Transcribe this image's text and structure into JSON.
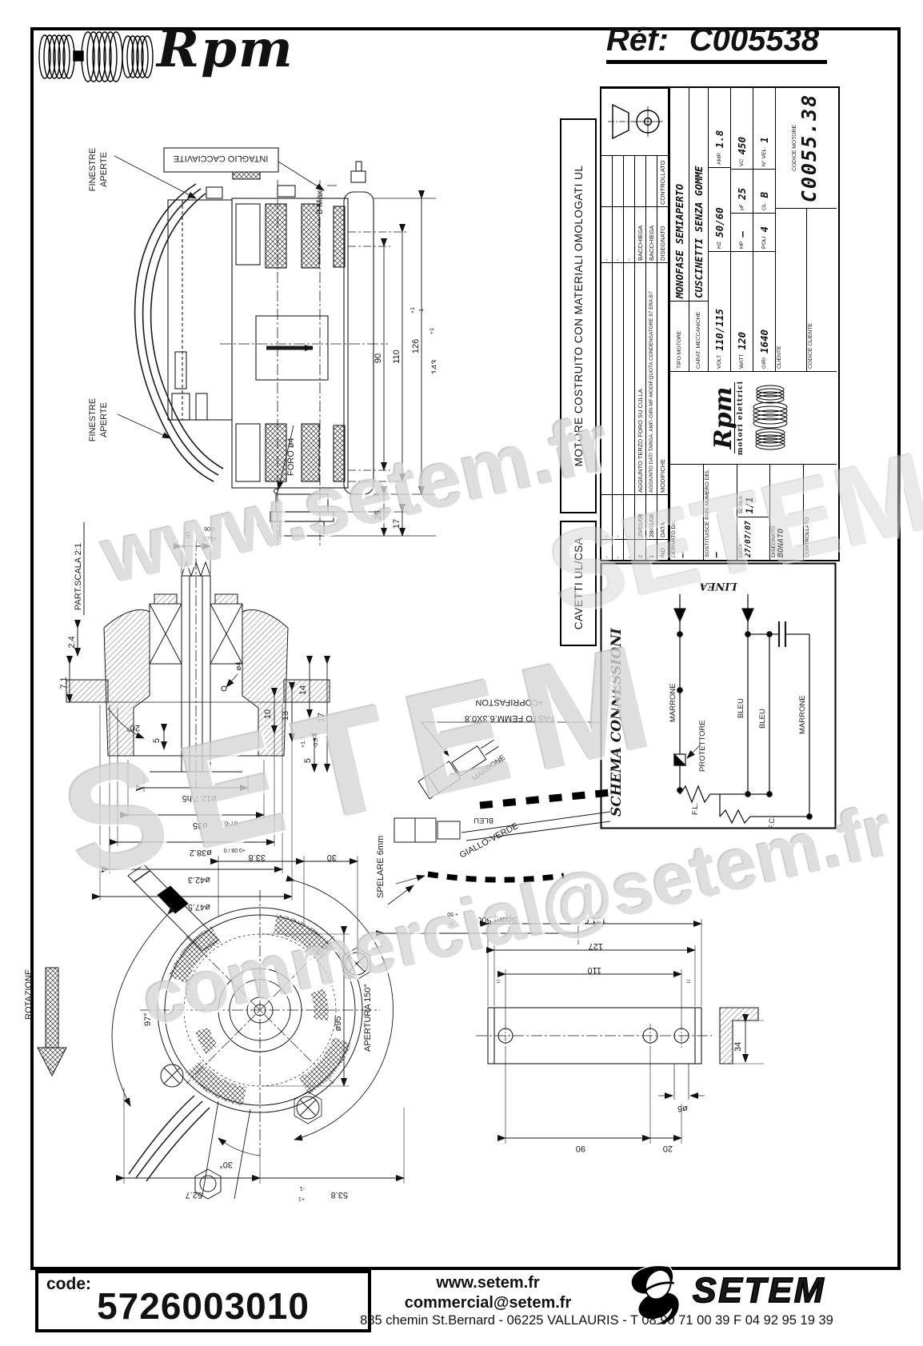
{
  "header": {
    "brand": "Rpm",
    "ref_label": "Réf:",
    "ref_value": "C005538"
  },
  "notes": {
    "ul": "MOTORE COSTRUITO CON MATERIALI OMOLOGATI UL",
    "cavetti": "CAVETTI UL/CSA"
  },
  "side": {
    "finestre_l1": "FINESTRE",
    "finestre_l2": "APERTE",
    "intaglio": "INTAGLIO CACCIAVITE",
    "max": "3 Max.",
    "foro": "FORO ø4",
    "d90": "90",
    "d110": "110",
    "d126": "126",
    "d143": "143",
    "d25": "25",
    "d17": "17",
    "tp": "+1",
    "tm": "-1"
  },
  "part": {
    "title": "PART.SCALA 2:1",
    "d5": "5",
    "d5_tp": "+0.02",
    "d5_tm": "-0.06",
    "d24": "2.4",
    "d71": "7.1",
    "a20": "20°",
    "d5b": "5",
    "dia4": "ø4",
    "d10": "10",
    "d13": "13",
    "d14": "14",
    "d17": "17",
    "d5c": "5",
    "d5c_tp": "+1.2",
    "d5c_tm": "-0.5",
    "dia127": "ø12.7 h5",
    "dia35": "ø35",
    "dia35_t": "0 / -0.5",
    "dia382": "ø38.2",
    "dia382_t": "+0.08 / 0",
    "dia423": "ø42.3",
    "dia475": "ø47.5"
  },
  "fan": {
    "rotazione": "ROTAZIONE",
    "a97": "97°",
    "dia95": "ø95",
    "d338": "33.8",
    "d30": "30",
    "apertura": "APERTURA 150°",
    "a30": "30°",
    "d527": "52.7",
    "d538": "53.8",
    "tp": "+1",
    "tm": "-1"
  },
  "cable": {
    "faston1": "FASTO FEMM.6.3X0.8",
    "faston2": "+COPRIFASTON",
    "marrone": "MARRONE",
    "bleu": "BLEU",
    "giallo": "GIALLO-VERDE",
    "spelare": "SPELARE 6mm",
    "sporg": "Sporg.500",
    "sporg_tp": "+ 50",
    "sporg_tm": "0"
  },
  "bracket": {
    "d1316": "131.6",
    "d127": "127",
    "d110": "110",
    "d90": "90",
    "d20": "20",
    "d34": "34",
    "dia6": "ø6",
    "eq": "="
  },
  "schema": {
    "title": "SCHEMA CONNESSIONI",
    "linea": "LINEA",
    "marrone1": "MARRONE",
    "protettore": "PROTETTORE",
    "bleu1": "BLEU",
    "bleu2": "BLEU",
    "marrone2": "MARRONE",
    "fl": "F.L.",
    "fc": "F.C."
  },
  "tblock": {
    "rev_rows": [
      {
        "ind": "-",
        "data": "-",
        "mod": "",
        "dis": "-",
        "ctr": ""
      },
      {
        "ind": "-",
        "data": "-",
        "mod": "",
        "dis": "-",
        "ctr": ""
      },
      {
        "ind": "-",
        "data": "-",
        "mod": "",
        "dis": "-",
        "ctr": ""
      },
      {
        "ind": "2",
        "data": "29/01/08",
        "mod": "AGGIUNTO TERZO FORO SU CULLA",
        "dis": "BACCHIEGA",
        "ctr": ""
      },
      {
        "ind": "1",
        "data": "28/01/08",
        "mod": "AGGIUNTO DATI TARGA: AMP.-GIRI-MF-MODIF.QUOTA CONDENSATORE 97 ERA:B7",
        "dis": "BACCHIEGA",
        "ctr": ""
      }
    ],
    "rev_headers": {
      "ind": "IND",
      "data": "DATA",
      "mod": "MODIFICHE",
      "dis": "DISEGNATO",
      "ctr": "CONTROLLATO"
    },
    "derivato_l": "DERIVATO DA:",
    "derivato_v": "—",
    "sostituisce_l": "SOSTITUISCE PARI NUMERO DEL",
    "sostituisce_v": "—",
    "data_l": "DATA",
    "data_v": "27/07/07",
    "scala_l": "SCALA",
    "scala_v": "1/1",
    "disegnato_l": "DISEGNATO",
    "disegnato_v": "BONATO",
    "controllato_l": "CONTROLLATO",
    "logo": "Rpm",
    "logo_sub": "motori elettrici",
    "tipo_l": "TIPO MOTORE",
    "tipo_v": "MONOFASE SEMIAPERTO",
    "carat_l": "CARAT. MECCANICHE",
    "carat_v": "CUSCINETTI SENZA GOMME",
    "volt_l": "VOLT",
    "volt_v": "110/115",
    "hz_l": "HZ",
    "hz_v": "50/60",
    "amp_l": "AMP.",
    "amp_v": "1.8",
    "watt_l": "WATT",
    "watt_v": "120",
    "hp_l": "HP",
    "hp_v": "—",
    "uf_l": "µF",
    "uf_v": "25",
    "vc_l": "VC",
    "vc_v": "450",
    "giri_l": "GIRI",
    "giri_v": "1640",
    "poli_l": "POLI",
    "poli_v": "4",
    "cl_l": "CL.",
    "cl_v": "B",
    "nvel_l": "N° VEL.",
    "nvel_v": "1",
    "cliente_l": "CLIENTE",
    "cod_cliente_l": "CODICE CLIENTE",
    "cod_motore_l": "CODICE MOTORE",
    "cod_motore_v": "C0055.38"
  },
  "watermarks": {
    "w1": "www.setem.fr",
    "w2": "SETEM",
    "w3": "commercial@setem.fr"
  },
  "footer": {
    "code_l": "code:",
    "code_v": "5726003010",
    "url": "www.setem.fr",
    "email": "commercial@setem.fr",
    "brand": "SETEM",
    "address": "885 chemin St.Bernard  -  06225 VALLAURIS  -  T 08 90 71 00 39   F 04 92 95 19 39"
  }
}
